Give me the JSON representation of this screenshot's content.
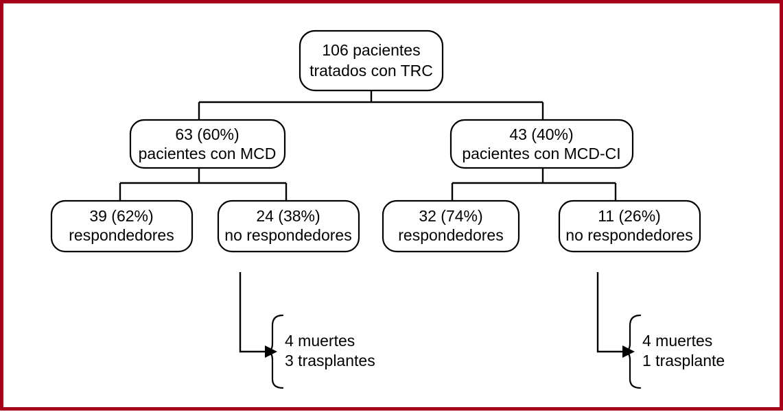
{
  "figure": {
    "border_color": "#a6001a",
    "background": "#ffffff",
    "line_color": "#000000"
  },
  "chart_data": {
    "type": "diagram",
    "title": "",
    "nodes": [
      {
        "id": "root",
        "level": 0,
        "line1": "106 pacientes",
        "line2": "tratados con TRC",
        "count": 106
      },
      {
        "id": "mcd",
        "level": 1,
        "line1": "63 (60%)",
        "line2": "pacientes con MCD",
        "count": 63,
        "percent": 60
      },
      {
        "id": "mcd-ci",
        "level": 1,
        "line1": "43 (40%)",
        "line2": "pacientes con MCD-CI",
        "count": 43,
        "percent": 40
      },
      {
        "id": "mcd-resp",
        "level": 2,
        "line1": "39 (62%)",
        "line2": "respondedores",
        "count": 39,
        "percent": 62
      },
      {
        "id": "mcd-noresp",
        "level": 2,
        "line1": "24 (38%)",
        "line2": "no respondedores",
        "count": 24,
        "percent": 38
      },
      {
        "id": "mcdci-resp",
        "level": 2,
        "line1": "32 (74%)",
        "line2": "respondedores",
        "count": 32,
        "percent": 74
      },
      {
        "id": "mcdci-noresp",
        "level": 2,
        "line1": "11 (26%)",
        "line2": "no respondedores",
        "count": 11,
        "percent": 26
      }
    ],
    "notes": [
      {
        "id": "note-left",
        "from": "mcd-noresp",
        "line1": "4 muertes",
        "line2": "3 trasplantes",
        "deaths": 4,
        "transplants": 3
      },
      {
        "id": "note-right",
        "from": "mcdci-noresp",
        "line1": "4 muertes",
        "line2": "1 trasplante",
        "deaths": 4,
        "transplants": 1
      }
    ],
    "edges": [
      {
        "from": "root",
        "to": "mcd"
      },
      {
        "from": "root",
        "to": "mcd-ci"
      },
      {
        "from": "mcd",
        "to": "mcd-resp"
      },
      {
        "from": "mcd",
        "to": "mcd-noresp"
      },
      {
        "from": "mcd-ci",
        "to": "mcdci-resp"
      },
      {
        "from": "mcd-ci",
        "to": "mcdci-noresp"
      },
      {
        "from": "mcd-noresp",
        "to": "note-left"
      },
      {
        "from": "mcdci-noresp",
        "to": "note-right"
      }
    ]
  }
}
